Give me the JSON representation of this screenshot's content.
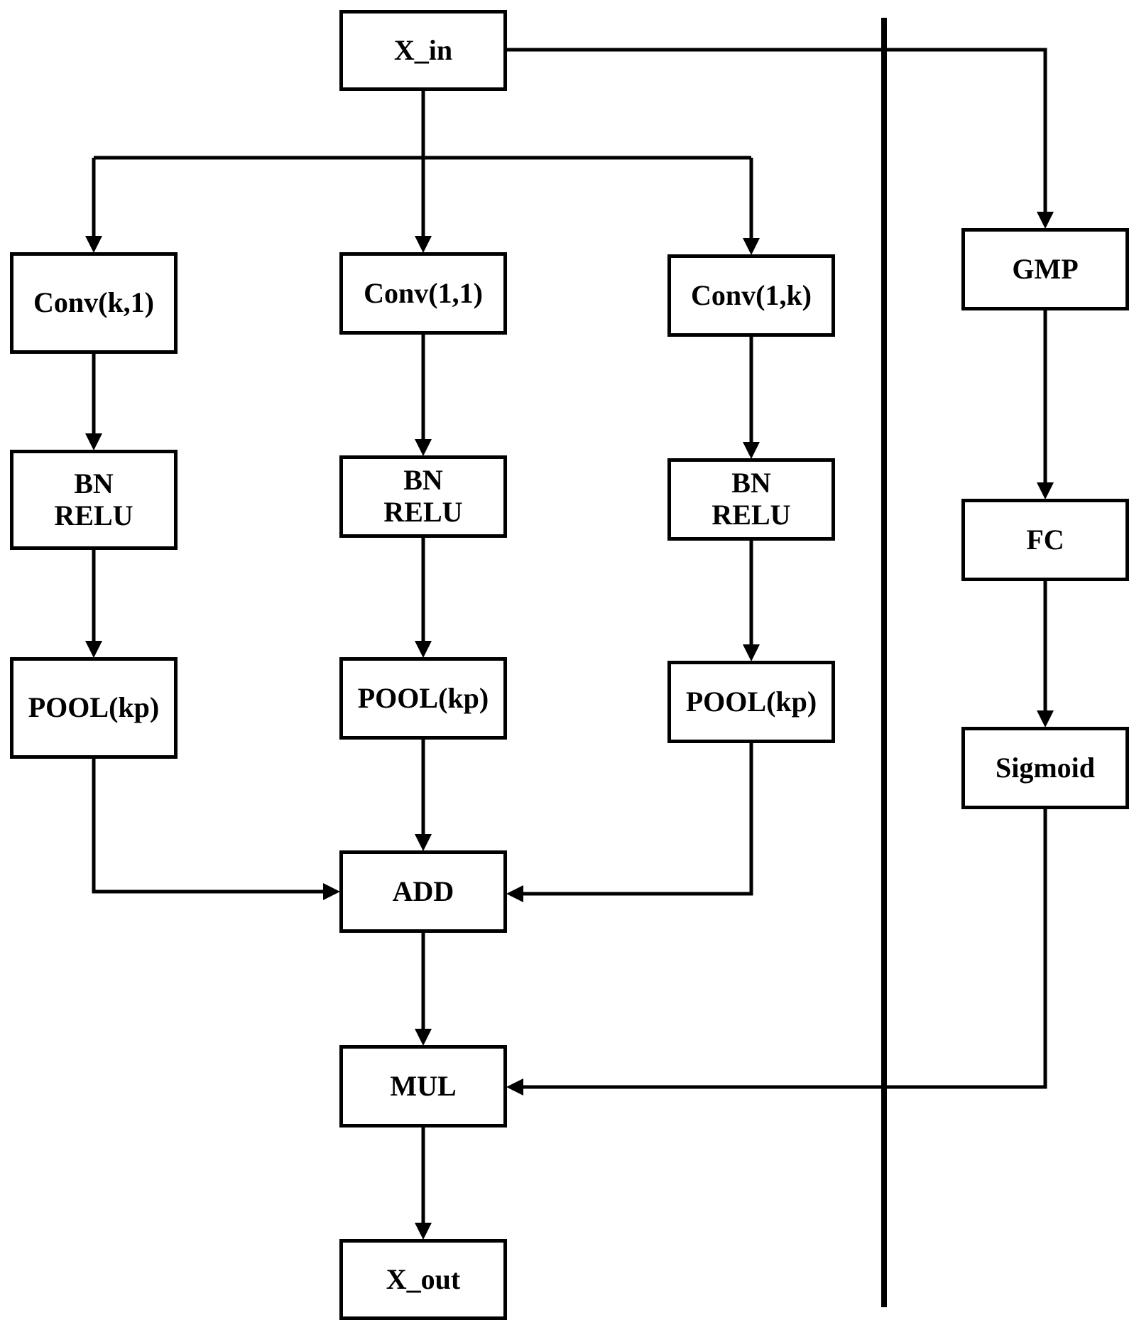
{
  "diagram": {
    "nodes": {
      "x_in": "X_in",
      "conv_k1": "Conv(k,1)",
      "conv_11": "Conv(1,1)",
      "conv_1k": "Conv(1,k)",
      "bn_relu_1": [
        "BN",
        "RELU"
      ],
      "bn_relu_2": [
        "BN",
        "RELU"
      ],
      "bn_relu_3": [
        "BN",
        "RELU"
      ],
      "pool_1": "POOL(kp)",
      "pool_2": "POOL(kp)",
      "pool_3": "POOL(kp)",
      "add": "ADD",
      "mul": "MUL",
      "x_out": "X_out",
      "gmp": "GMP",
      "fc": "FC",
      "sigmoid": "Sigmoid"
    },
    "edges": [
      [
        "x_in",
        "conv_k1"
      ],
      [
        "x_in",
        "conv_11"
      ],
      [
        "x_in",
        "conv_1k"
      ],
      [
        "x_in",
        "gmp"
      ],
      [
        "conv_k1",
        "bn_relu_1"
      ],
      [
        "conv_11",
        "bn_relu_2"
      ],
      [
        "conv_1k",
        "bn_relu_3"
      ],
      [
        "bn_relu_1",
        "pool_1"
      ],
      [
        "bn_relu_2",
        "pool_2"
      ],
      [
        "bn_relu_3",
        "pool_3"
      ],
      [
        "pool_1",
        "add"
      ],
      [
        "pool_2",
        "add"
      ],
      [
        "pool_3",
        "add"
      ],
      [
        "add",
        "mul"
      ],
      [
        "gmp",
        "fc"
      ],
      [
        "fc",
        "sigmoid"
      ],
      [
        "sigmoid",
        "mul"
      ],
      [
        "mul",
        "x_out"
      ]
    ]
  }
}
